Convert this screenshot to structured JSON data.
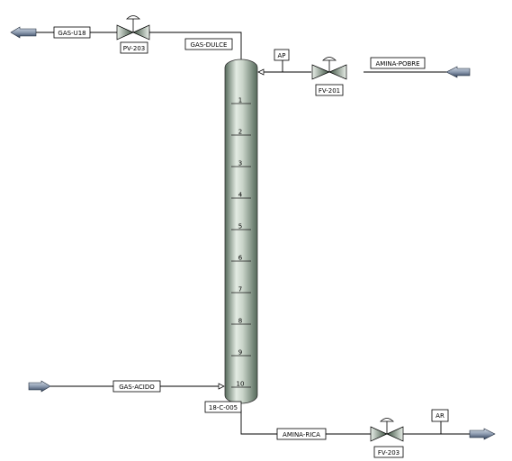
{
  "streams": {
    "gas_u18": "GAS-U18",
    "gas_dulce": "GAS-DULCE",
    "amina_pobre": "AMINA-POBRE",
    "gas_acido": "GAS-ACIDO",
    "amina_rica": "AMINA-RICA"
  },
  "valves": {
    "pv203": "PV-203",
    "fv201": "FV-201",
    "fv203": "FV-203"
  },
  "instruments": {
    "ap": "AP",
    "ar": "AR"
  },
  "column": {
    "tag": "18-C-005",
    "trays": [
      "1",
      "2",
      "3",
      "4",
      "5",
      "6",
      "7",
      "8",
      "9",
      "10"
    ]
  },
  "colors": {
    "column_light": "#e3ebe3",
    "column_dark": "#55695a",
    "arrow_light": "#d6dde8",
    "arrow_dark": "#2f3f58"
  }
}
